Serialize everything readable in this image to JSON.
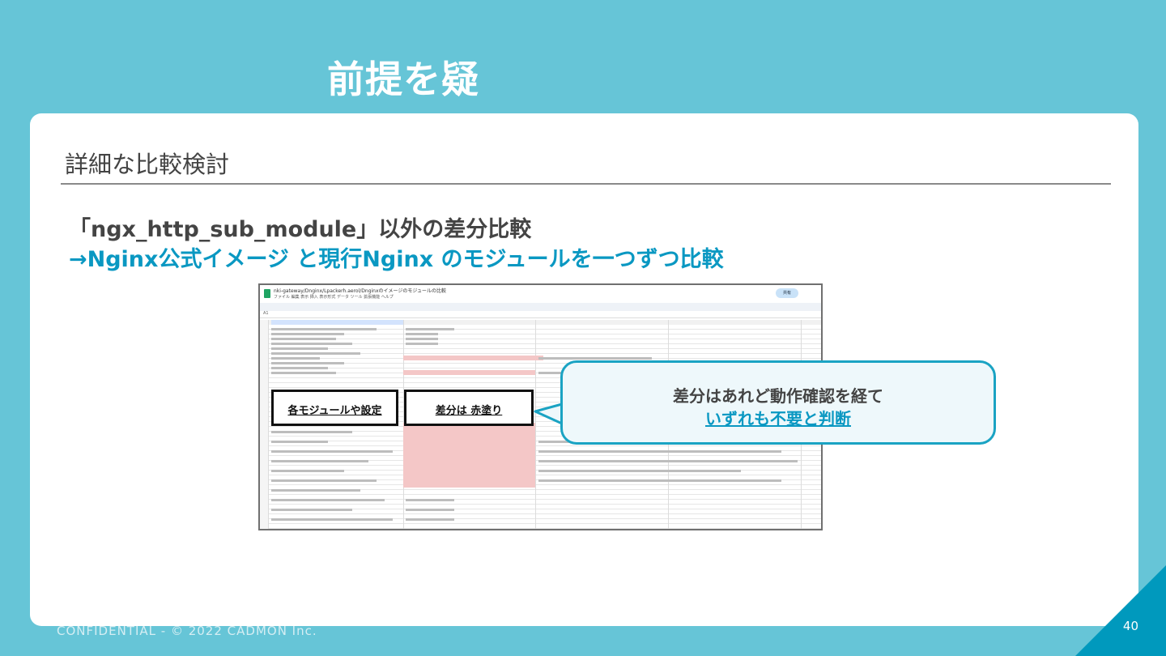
{
  "slide": {
    "title": "前提を疑",
    "section_heading": "詳細な比較検討",
    "line1": "「ngx_http_sub_module」以外の差分比較",
    "line2": "→Nginx公式イメージ と現行Nginx のモジュールを一つずつ比較",
    "footer": "CONFIDENTIAL - © 2022 CADMON Inc.",
    "page_number": "40"
  },
  "screenshot": {
    "doc_title": "nki-gateway/Dnginx/Lpackerh.aerol/Dnginxのイメージのモジュールの比較",
    "menu": "ファイル 編集 表示 挿入 表示形式 データ ツール 拡張機能 ヘルプ",
    "share_label": "共有",
    "formula_cell": "A1",
    "box_left_label": "各モジュールや設定",
    "box_right_label": "差分は 赤塗り"
  },
  "bubble": {
    "line1": "差分はあれど動作確認を経て",
    "line2": "いずれも不要と判断"
  },
  "colors": {
    "background": "#66c5d7",
    "accent": "#0a98c2",
    "corner": "#0099bd",
    "diff_fill": "#f4c7c7"
  }
}
